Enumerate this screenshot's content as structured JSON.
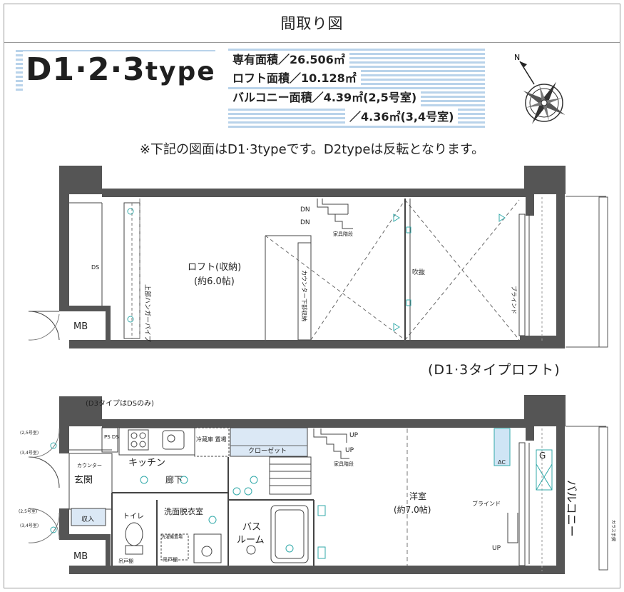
{
  "title": "間取り図",
  "type_label": {
    "main": "D1·2·3",
    "suffix": "type"
  },
  "areas": {
    "row1": "専有面積／26.506㎡",
    "row2": "ロフト面積／10.128㎡",
    "row3": "バルコニー面積／4.39㎡(2,5号室)",
    "row4": "／4.36㎡(3,4号室)"
  },
  "compass": {
    "north_label": "N",
    "icon": "compass-rose-icon"
  },
  "note": "※下記の図面はD1·3typeです。D2typeは反転となります。",
  "loft_plan": {
    "ds": "DS",
    "mb": "MB",
    "loft_room": "ロフト(収納)",
    "loft_size": "(約6.0帖)",
    "hanger_pipe": "上部ハンガーパイプ",
    "counter_storage": "カウンター下部収納",
    "dn1": "DN",
    "dn2": "DN",
    "furniture_step": "家具階段",
    "atrium": "吹抜",
    "blind": "ブラインド",
    "caption": "(D1·3タイプロフト)"
  },
  "floor_plan": {
    "d3_note": "(D3タイプはDSのみ)",
    "ps_ds": "PS\nDS",
    "refrigerator": "冷蔵庫\n置場",
    "closet": "クローゼット",
    "up1": "UP",
    "up2": "UP",
    "furniture_step": "家具階段",
    "counter": "カウンター",
    "kitchen": "キッチン",
    "corridor": "廊下",
    "entrance": "玄関",
    "storage": "収入",
    "toilet": "トイレ",
    "washroom": "洗面脱衣室",
    "bath1": "バス",
    "bath2": "ルーム",
    "washer": "洗濯機置場",
    "cupboard1": "吊戸棚",
    "cupboard2": "吊戸棚",
    "western_room": "洋室",
    "western_size": "(約7.0帖)",
    "blind": "ブラインド",
    "up3": "UP",
    "balcony": "バルコニー",
    "mb": "MB",
    "small_labels": [
      "(2,5号室)",
      "(3,4号室)",
      "(2,5号室)",
      "(3,4号室)"
    ],
    "ac": "AC",
    "g": "G",
    "outdoor": "ガラス手摺"
  }
}
